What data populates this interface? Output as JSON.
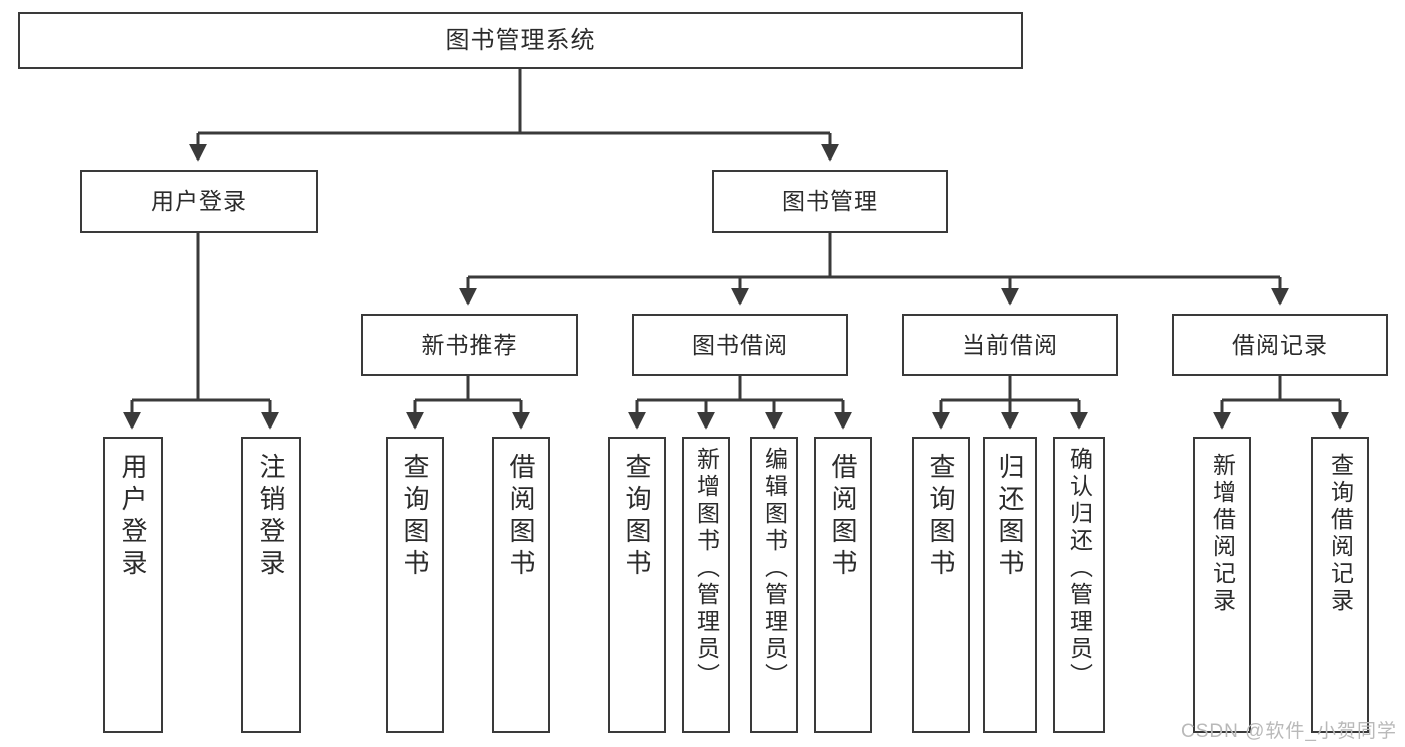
{
  "diagram": {
    "title": "图书管理系统",
    "type": "tree",
    "background_color": "#ffffff",
    "line_color": "#3a3a3a",
    "box_border_color": "#3a3a3a",
    "text_color": "#2b2b2b",
    "nodes": {
      "root": {
        "label": "图书管理系统"
      },
      "level2": [
        {
          "id": "user-login",
          "label": "用户登录"
        },
        {
          "id": "book-manage",
          "label": "图书管理"
        }
      ],
      "level3": [
        {
          "id": "new-book-recommend",
          "label": "新书推荐"
        },
        {
          "id": "book-borrow",
          "label": "图书借阅"
        },
        {
          "id": "current-borrow",
          "label": "当前借阅"
        },
        {
          "id": "borrow-record",
          "label": "借阅记录"
        }
      ],
      "leaves": {
        "user-login": [
          {
            "id": "leaf-user-login",
            "label": "用户登录"
          },
          {
            "id": "leaf-logout",
            "label": "注销登录"
          }
        ],
        "new-book-recommend": [
          {
            "id": "leaf-query-book-1",
            "label": "查询图书"
          },
          {
            "id": "leaf-borrow-book-1",
            "label": "借阅图书"
          }
        ],
        "book-borrow": [
          {
            "id": "leaf-query-book-2",
            "label": "查询图书"
          },
          {
            "id": "leaf-add-book",
            "label": "新增图书（管理员）"
          },
          {
            "id": "leaf-edit-book",
            "label": "编辑图书（管理员）"
          },
          {
            "id": "leaf-borrow-book-2",
            "label": "借阅图书"
          }
        ],
        "current-borrow": [
          {
            "id": "leaf-query-book-3",
            "label": "查询图书"
          },
          {
            "id": "leaf-return-book",
            "label": "归还图书"
          },
          {
            "id": "leaf-confirm-return",
            "label": "确认归还（管理员）"
          }
        ],
        "borrow-record": [
          {
            "id": "leaf-add-record",
            "label": "新增借阅记录"
          },
          {
            "id": "leaf-query-record",
            "label": "查询借阅记录"
          }
        ]
      }
    }
  },
  "watermark": {
    "text": "CSDN @软件_小贺同学"
  }
}
